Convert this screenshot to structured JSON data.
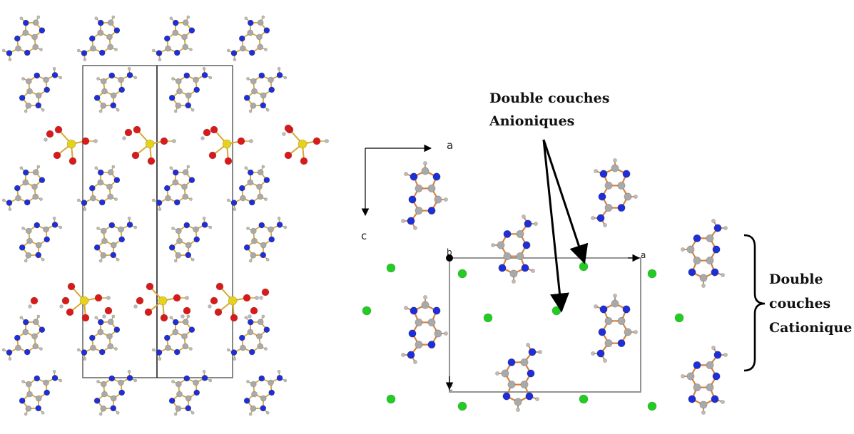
{
  "annotations": {
    "anion_line1": "Double couches",
    "anion_line2": "Anioniques",
    "cation_line1": "Double",
    "cation_line2": "couches",
    "cation_line3": "Cationique"
  },
  "axes": {
    "a_label": "a",
    "c_label": "c",
    "cell_b": "b",
    "cell_a": "a",
    "cell_c": "c"
  },
  "colors": {
    "nitrogen": "#1f2fd6",
    "carbon": "#a9a9a9",
    "hydrogen": "#bdbdbd",
    "oxygen": "#d91a1a",
    "sulfur": "#e5d21a",
    "chloride": "#22cc22",
    "bond_orange": "#d9823c",
    "bond_gold": "#d9a630",
    "cell_line": "#8a8a8a"
  }
}
